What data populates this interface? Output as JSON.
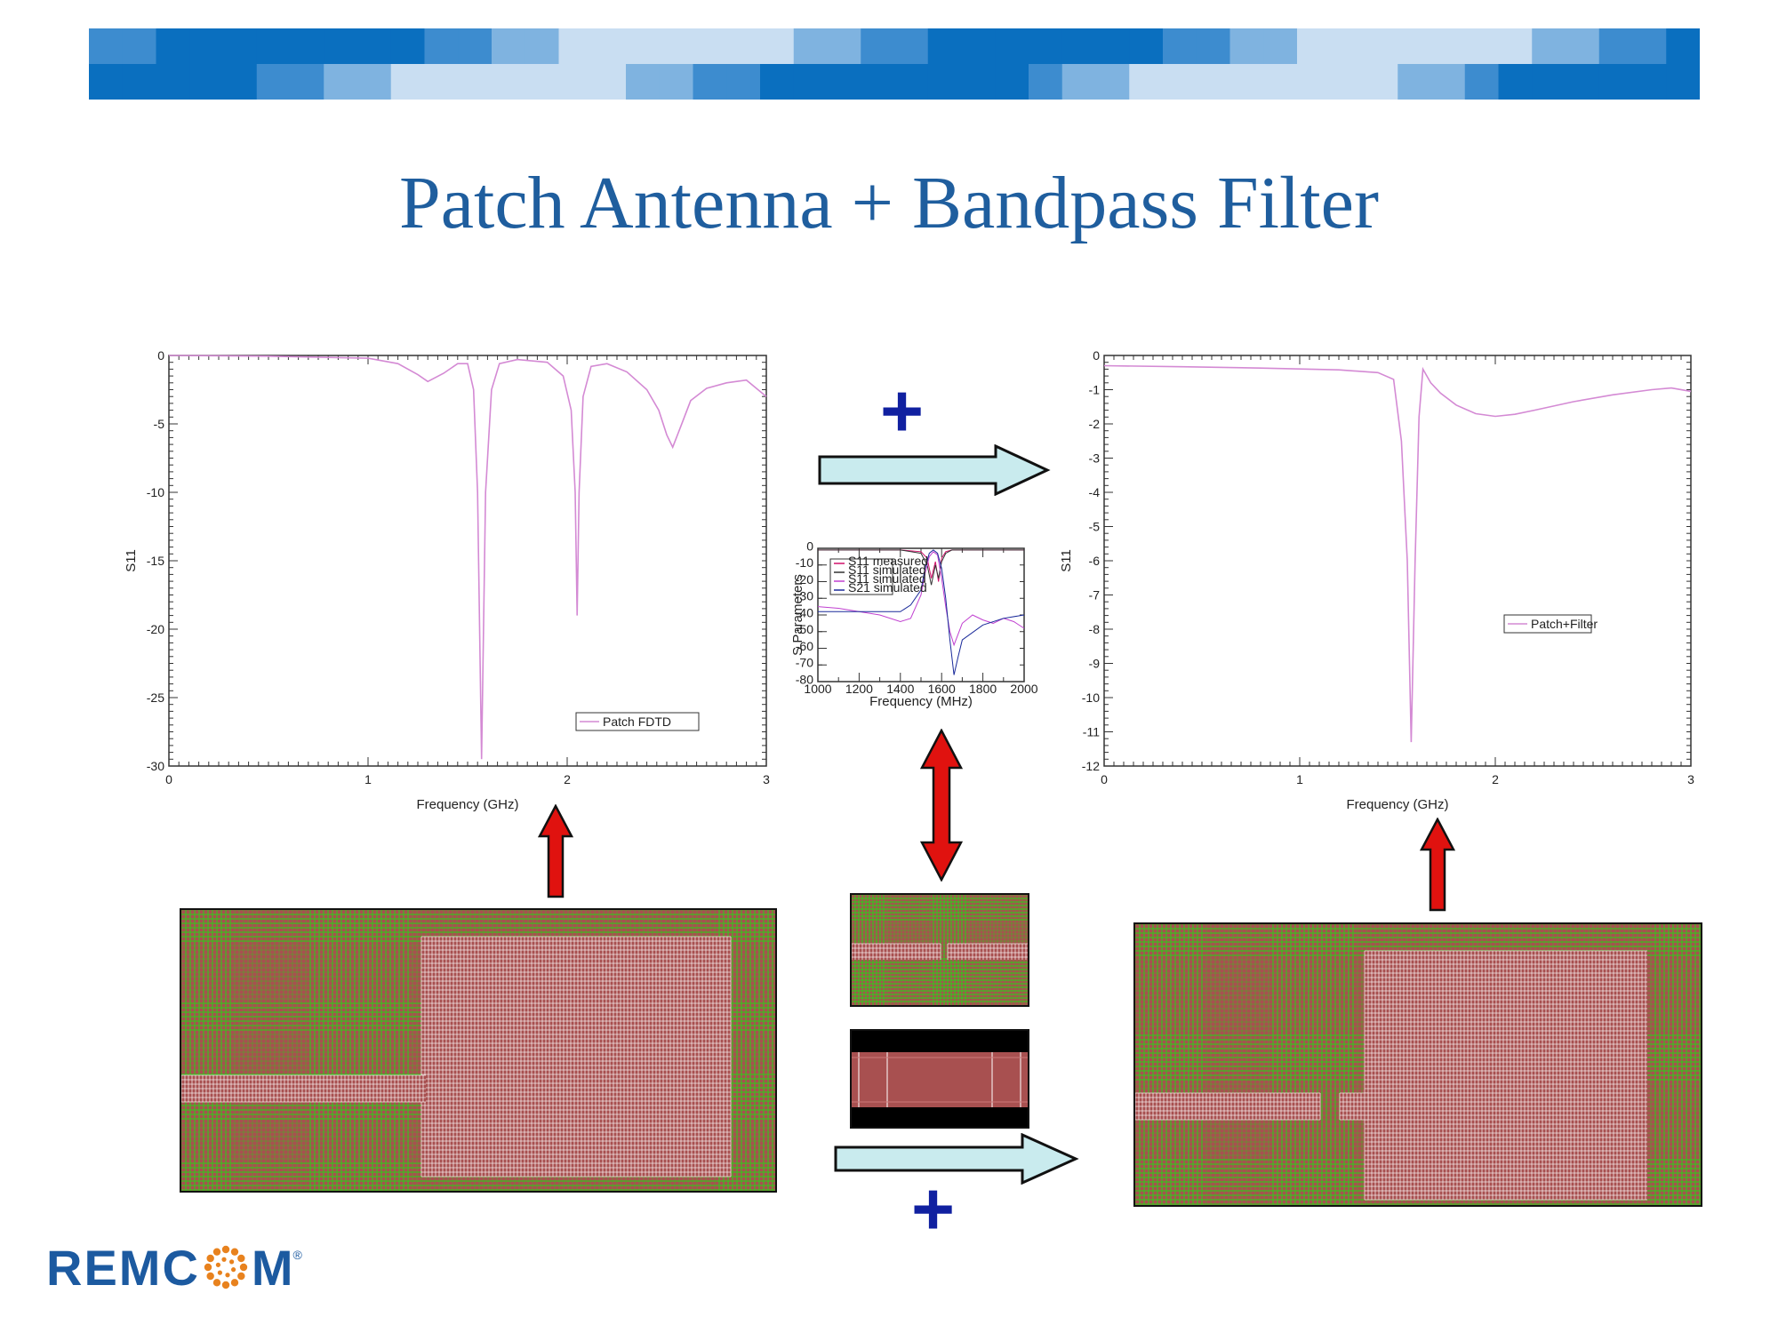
{
  "slide": {
    "title": "Patch Antenna + Bandpass Filter",
    "plus_top": "+",
    "plus_bottom": "+",
    "logo": {
      "text_left": "REMC",
      "text_right": "M",
      "registered": "®",
      "brand_color": "#1c5aa0",
      "dot_color": "#e8821e"
    }
  },
  "colors": {
    "banner_blues": [
      "#0a6fbf",
      "#3d8ccf",
      "#7fb3e0",
      "#c9def2"
    ],
    "trace": "#d48ad4",
    "arrow_red": "#e0120f",
    "arrow_teal": "#c9ebee",
    "plus": "#1020a0",
    "mesh_bg": "#a85050",
    "mesh_green": "#39c21f",
    "mesh_white": "#ffffff"
  },
  "chart_data": [
    {
      "type": "line",
      "name": "left-s11",
      "xlabel": "Frequency (GHz)",
      "ylabel": "S11",
      "xlim": [
        0,
        3
      ],
      "ylim": [
        -30,
        0
      ],
      "xticks": [
        0,
        1,
        2,
        3
      ],
      "yticks": [
        0,
        -5,
        -10,
        -15,
        -20,
        -25,
        -30
      ],
      "legend": "bottom-right",
      "series": [
        {
          "name": "Patch FDTD",
          "x": [
            0,
            0.5,
            1.0,
            1.15,
            1.25,
            1.3,
            1.38,
            1.45,
            1.5,
            1.53,
            1.55,
            1.57,
            1.59,
            1.62,
            1.66,
            1.75,
            1.9,
            1.98,
            2.02,
            2.04,
            2.05,
            2.06,
            2.08,
            2.12,
            2.2,
            2.3,
            2.4,
            2.46,
            2.5,
            2.53,
            2.57,
            2.62,
            2.7,
            2.8,
            2.9,
            3.0
          ],
          "y": [
            0,
            -0.05,
            -0.2,
            -0.6,
            -1.4,
            -1.9,
            -1.3,
            -0.6,
            -0.6,
            -2.5,
            -10,
            -29.5,
            -10,
            -2.5,
            -0.6,
            -0.3,
            -0.5,
            -1.5,
            -4,
            -10,
            -19,
            -10,
            -3,
            -0.8,
            -0.6,
            -1.2,
            -2.5,
            -4,
            -5.8,
            -6.7,
            -5.2,
            -3.3,
            -2.4,
            -2.0,
            -1.8,
            -3.0
          ]
        }
      ]
    },
    {
      "type": "line",
      "name": "right-s11",
      "xlabel": "Frequency (GHz)",
      "ylabel": "S11",
      "xlim": [
        0,
        3
      ],
      "ylim": [
        -12,
        0
      ],
      "xticks": [
        0,
        1,
        2,
        3
      ],
      "yticks": [
        0,
        -1,
        -2,
        -3,
        -4,
        -5,
        -6,
        -7,
        -8,
        -9,
        -10,
        -11,
        -12
      ],
      "legend": "middle-right",
      "series": [
        {
          "name": "Patch+Filter",
          "x": [
            0,
            0.4,
            0.8,
            1.2,
            1.4,
            1.48,
            1.52,
            1.55,
            1.57,
            1.59,
            1.61,
            1.63,
            1.67,
            1.72,
            1.8,
            1.9,
            2.0,
            2.1,
            2.2,
            2.4,
            2.6,
            2.8,
            2.9,
            3.0
          ],
          "y": [
            -0.3,
            -0.33,
            -0.37,
            -0.42,
            -0.5,
            -0.7,
            -2.5,
            -6,
            -11.3,
            -6,
            -1.8,
            -0.4,
            -0.8,
            -1.1,
            -1.45,
            -1.7,
            -1.78,
            -1.72,
            -1.6,
            -1.35,
            -1.15,
            -1.0,
            -0.95,
            -1.05
          ]
        }
      ]
    },
    {
      "type": "line",
      "name": "center-measured",
      "xlabel": "Frequency (MHz)",
      "ylabel": "S Parameters",
      "xlim": [
        1000,
        2000
      ],
      "ylim": [
        -80,
        0
      ],
      "xticks": [
        1000,
        1200,
        1400,
        1600,
        1800,
        2000
      ],
      "yticks": [
        0,
        -10,
        -20,
        -30,
        -40,
        -50,
        -60,
        -70,
        -80
      ],
      "legend": "top-left",
      "series": [
        {
          "name": "S11 measured",
          "x": [
            1000,
            1400,
            1500,
            1530,
            1550,
            1570,
            1585,
            1600,
            1620,
            1650,
            1700,
            2000
          ],
          "y": [
            -1,
            -1,
            -2,
            -6,
            -18,
            -8,
            -20,
            -6,
            -2,
            -1,
            -1,
            -1
          ]
        },
        {
          "name": "S11 simulated",
          "x": [
            1000,
            1400,
            1500,
            1530,
            1550,
            1570,
            1585,
            1600,
            1620,
            1650,
            1700,
            2000
          ],
          "y": [
            -1,
            -1,
            -3,
            -10,
            -22,
            -10,
            -18,
            -8,
            -3,
            -1,
            -1,
            -1
          ]
        },
        {
          "name": "S11 simulated",
          "x": [
            1000,
            1100,
            1200,
            1300,
            1400,
            1450,
            1500,
            1520,
            1540,
            1560,
            1580,
            1600,
            1620,
            1640,
            1660,
            1700,
            1750,
            1800,
            1850,
            1900,
            1950,
            2000
          ],
          "y": [
            -35,
            -36,
            -38,
            -40,
            -44,
            -42,
            -28,
            -15,
            -5,
            -2,
            -4,
            -18,
            -35,
            -50,
            -58,
            -45,
            -40,
            -43,
            -45,
            -42,
            -44,
            -48
          ]
        },
        {
          "name": "S21 simulated",
          "x": [
            1000,
            1200,
            1300,
            1400,
            1450,
            1500,
            1520,
            1540,
            1560,
            1580,
            1600,
            1620,
            1640,
            1660,
            1680,
            1700,
            1800,
            1900,
            2000
          ],
          "y": [
            -38,
            -38,
            -38,
            -38,
            -34,
            -25,
            -12,
            -3,
            -1,
            -3,
            -12,
            -30,
            -55,
            -76,
            -65,
            -55,
            -46,
            -42,
            -40
          ]
        }
      ]
    }
  ]
}
